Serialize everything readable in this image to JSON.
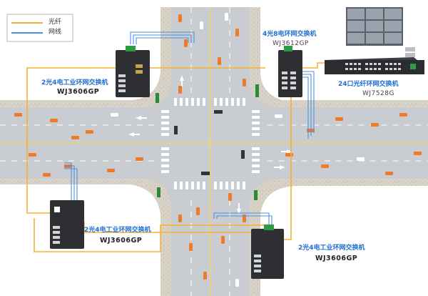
{
  "legend": {
    "fiber_label": "光纤",
    "cable_label": "网线",
    "fiber_color": "#f2b233",
    "cable_color": "#4a90e2"
  },
  "devices": {
    "top_left": {
      "name": "2光4电工业环网交换机",
      "model": "WJ3606GP"
    },
    "top_right": {
      "name": "4光8电环网交换机",
      "model": "WJ3612GP"
    },
    "core": {
      "name": "24口光纤环网交换机",
      "model": "WJ7528G"
    },
    "bottom_left": {
      "name": "2光4电工业环网交换机",
      "model": "WJ3606GP"
    },
    "bottom_right": {
      "name": "2光4电工业环网交换机",
      "model": "WJ3606GP"
    }
  },
  "colors": {
    "road": "#c7ccd1",
    "sidewalk": "#d6cfc4",
    "lane_mark": "#ffffff",
    "label_blue": "#1f6fd0",
    "car": "#f07a2a"
  }
}
